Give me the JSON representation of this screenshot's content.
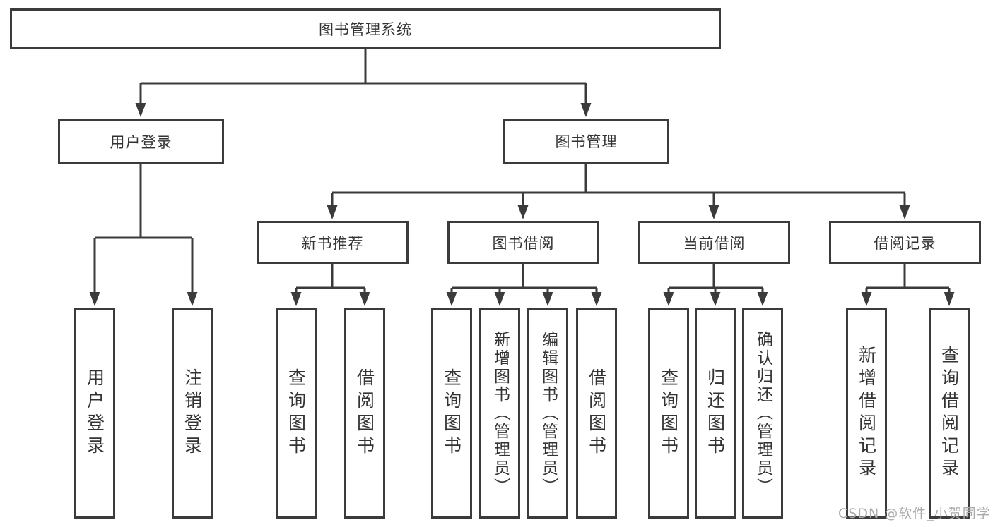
{
  "tree": {
    "label": "图书管理系统",
    "children": [
      {
        "label": "用户登录",
        "children": [
          {
            "label": "用户登录"
          },
          {
            "label": "注销登录"
          }
        ]
      },
      {
        "label": "图书管理",
        "children": [
          {
            "label": "新书推荐",
            "children": [
              {
                "label": "查询图书"
              },
              {
                "label": "借阅图书"
              }
            ]
          },
          {
            "label": "图书借阅",
            "children": [
              {
                "label": "查询图书"
              },
              {
                "label": "新增图书（管理员）"
              },
              {
                "label": "编辑图书（管理员）"
              },
              {
                "label": "借阅图书"
              }
            ]
          },
          {
            "label": "当前借阅",
            "children": [
              {
                "label": "查询图书"
              },
              {
                "label": "归还图书"
              },
              {
                "label": "确认归还（管理员）"
              }
            ]
          },
          {
            "label": "借阅记录",
            "children": [
              {
                "label": "新增借阅记录"
              },
              {
                "label": "查询借阅记录"
              }
            ]
          }
        ]
      }
    ]
  },
  "watermark": {
    "text": "CSDN @软件_小贺同学"
  },
  "colors": {
    "line": "#3b3b3b",
    "box_border": "#3b3b3b",
    "text": "#333333",
    "watermark": "#ababab",
    "background": "#ffffff"
  }
}
